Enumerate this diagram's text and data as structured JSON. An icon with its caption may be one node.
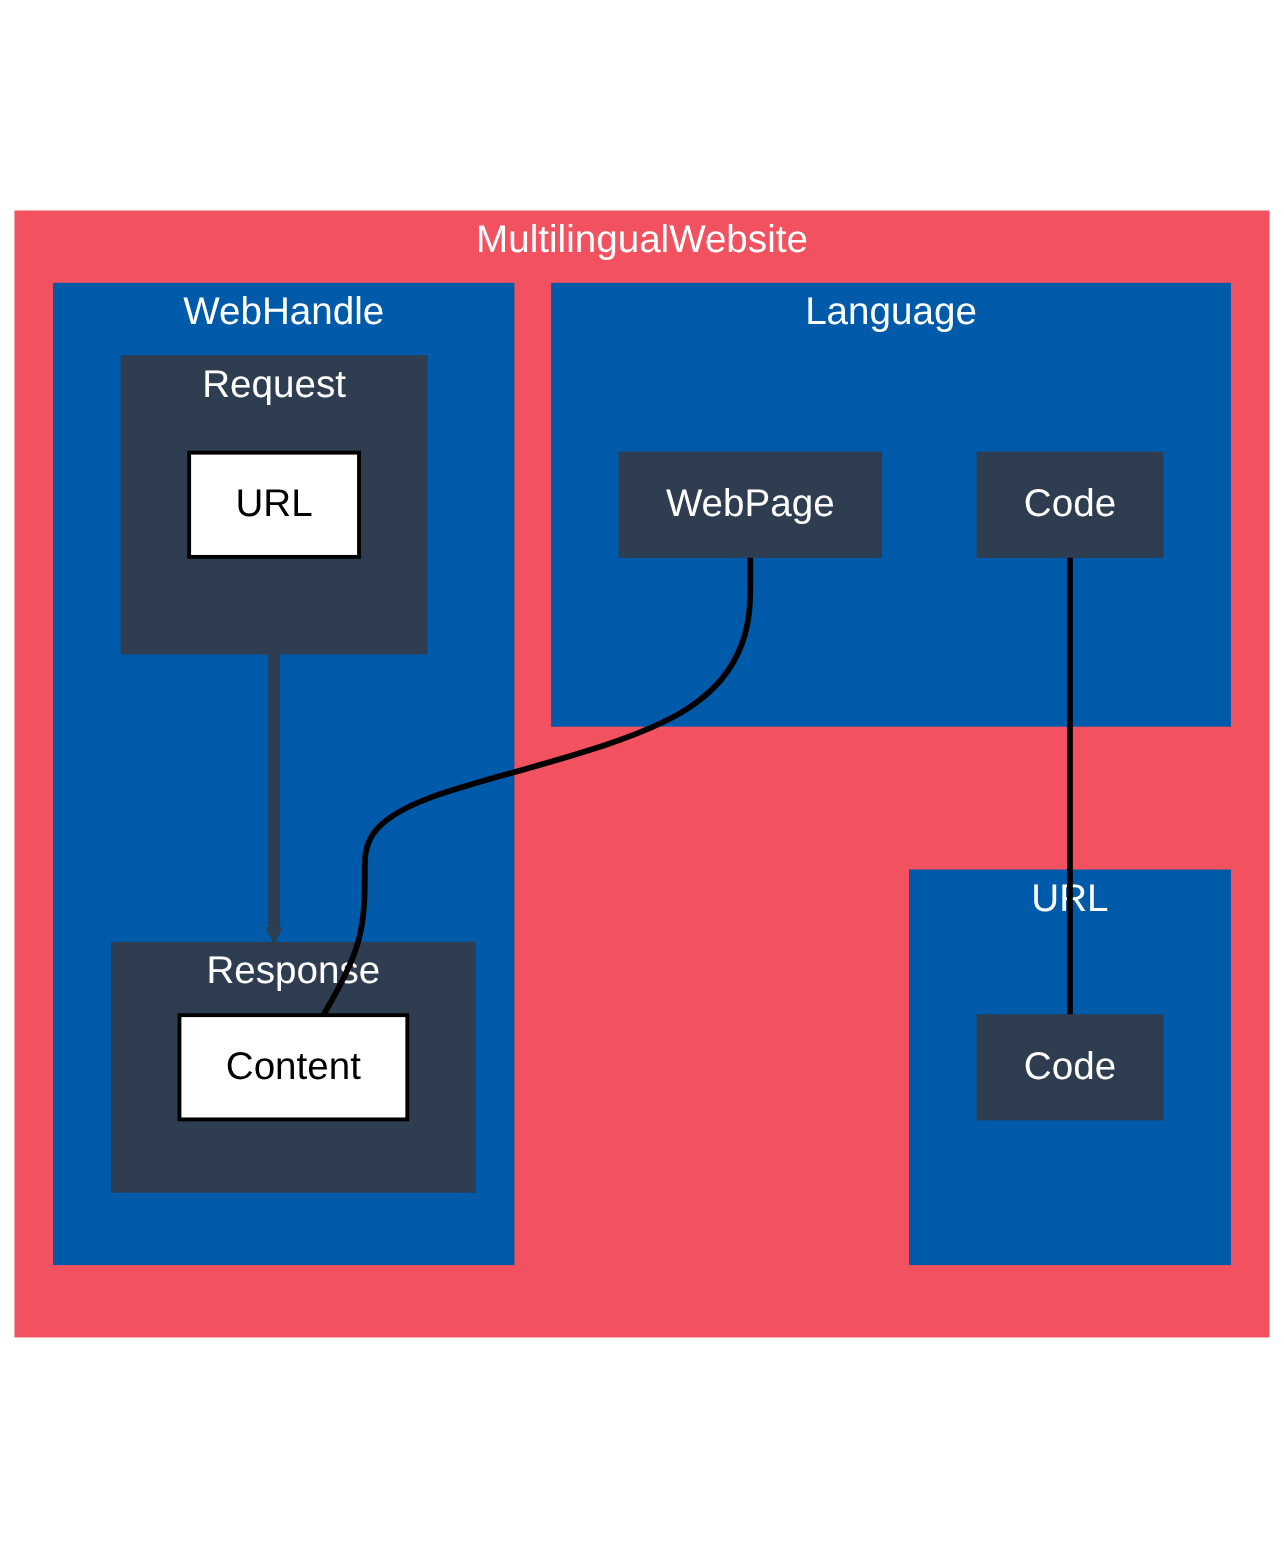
{
  "diagram": {
    "nodes": [
      {
        "text": [
          "MultilingualWebsite"
        ]
      },
      {
        "text": [
          "Language"
        ],
        "in": 0
      },
      {
        "text": [
          "Code"
        ],
        "in": 1
      },
      {
        "text": [
          "WebPage"
        ],
        "in": 1
      },
      {
        "text": [
          "URL"
        ],
        "in": 0
      },
      {
        "text": [
          "Code"
        ],
        "in": 4
      },
      {
        "text": [
          "WebHandle"
        ],
        "in": 0
      },
      {
        "text": [
          "Request"
        ],
        "in": 6
      },
      {
        "text": [
          "URL"
        ],
        "in": 7
      },
      {
        "text": [
          "Response"
        ],
        "in": 6
      },
      {
        "text": [
          "Content"
        ],
        "in": 9
      }
    ],
    "edges": [
      {
        "from": 2,
        "to": 5,
        "arrow": "none"
      },
      {
        "from": 3,
        "to": 10,
        "arrow": "none"
      },
      {
        "from": 7,
        "to": 9,
        "arrow": "to",
        "style": "thick",
        "color": "#2e3d4f"
      }
    ]
  }
}
